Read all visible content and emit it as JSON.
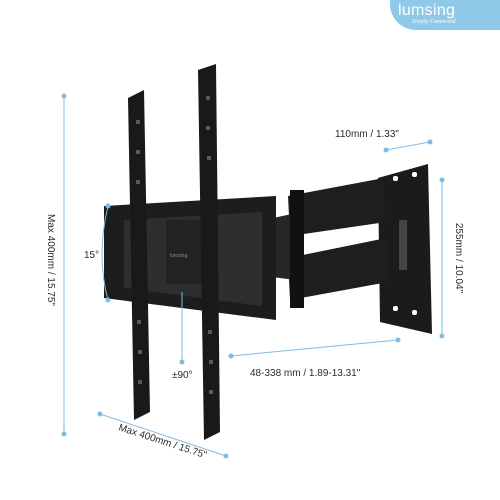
{
  "brand": {
    "name": "lumsing",
    "tagline": "Simply Connected"
  },
  "dimensions": {
    "plate_width": "110mm / 1.33\"",
    "plate_height": "255mm / 10.04\"",
    "vertical_vesa": "Max 400mm / 15.75\"",
    "horizontal_vesa": "Max 400mm / 15.75\"",
    "extension": "48-338 mm / 1.89-13.31\"",
    "tilt": "15°",
    "swivel": "±90°"
  },
  "center_plate_text": "lumsing",
  "colors": {
    "dimension_line": "#7fbde3",
    "mount": "#1a1a1a",
    "logo_bg": "#8fc9e8"
  }
}
